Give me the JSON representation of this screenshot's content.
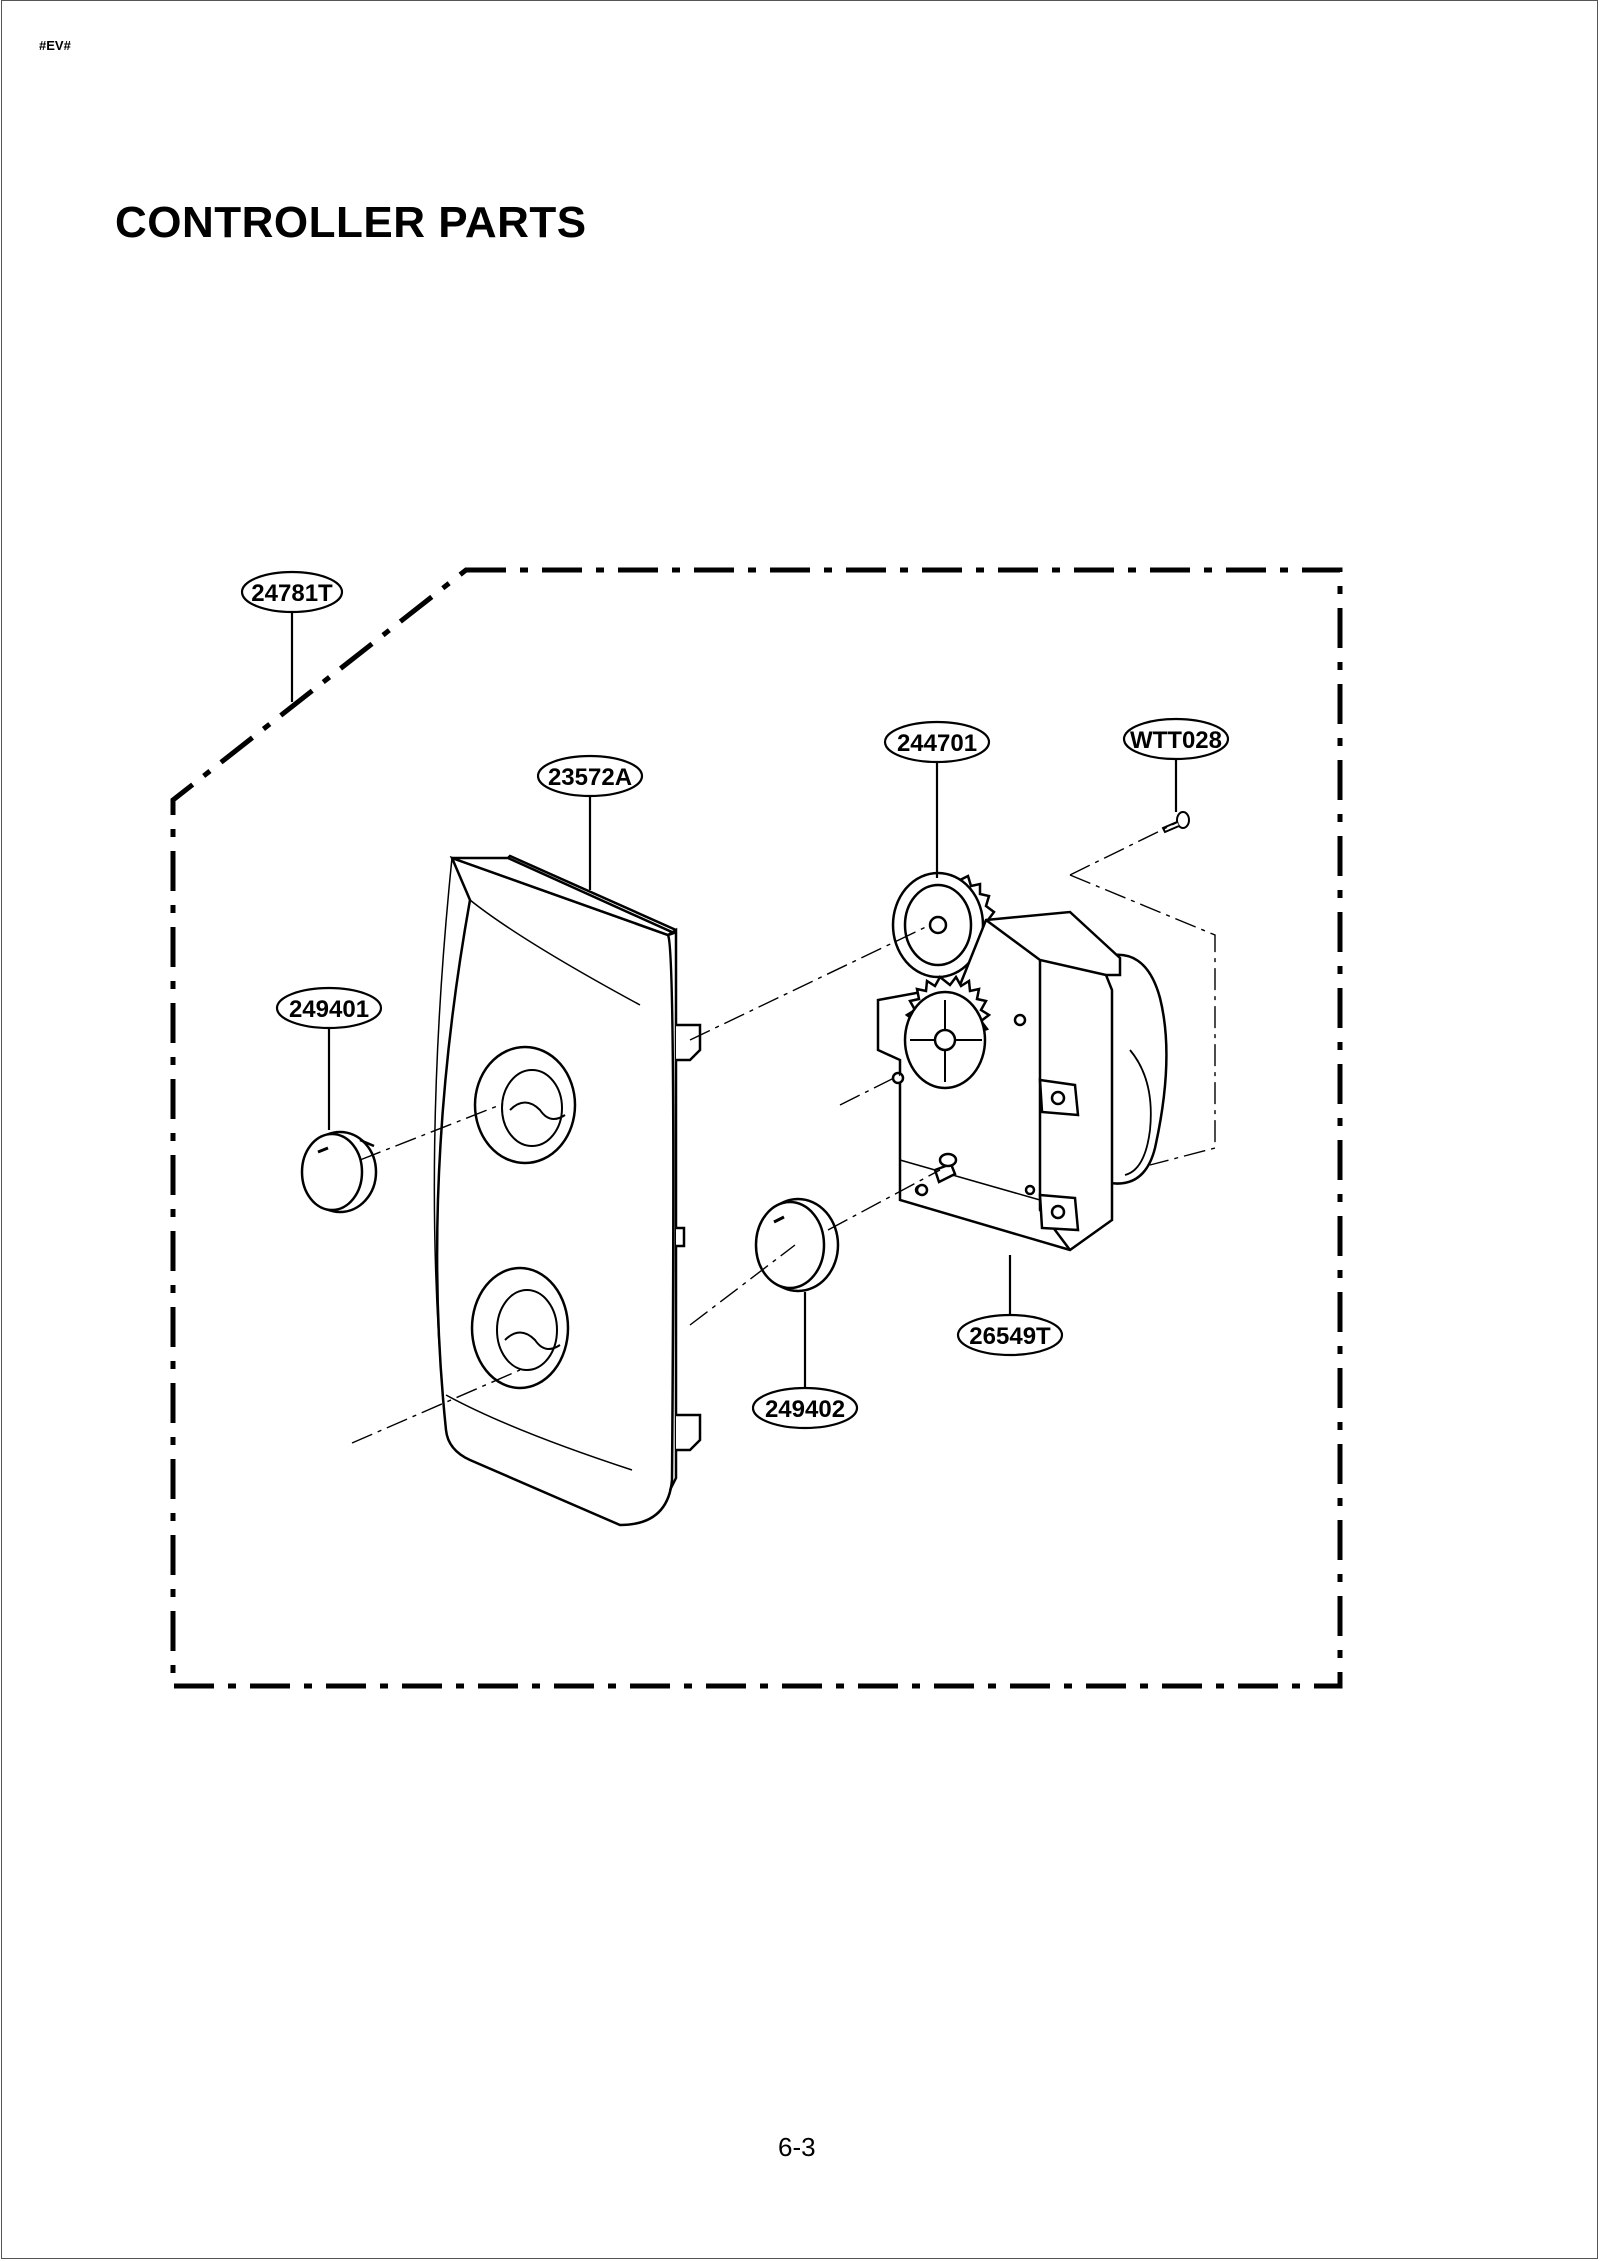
{
  "header": {
    "code": "#EV#",
    "title": "CONTROLLER PARTS"
  },
  "footer": {
    "page_number": "6-3"
  },
  "parts": {
    "assembly": "24781T",
    "panel": "23572A",
    "gear": "244701",
    "screw": "WTT028",
    "knob_upper": "249401",
    "knob_lower": "249402",
    "timer": "26549T"
  }
}
